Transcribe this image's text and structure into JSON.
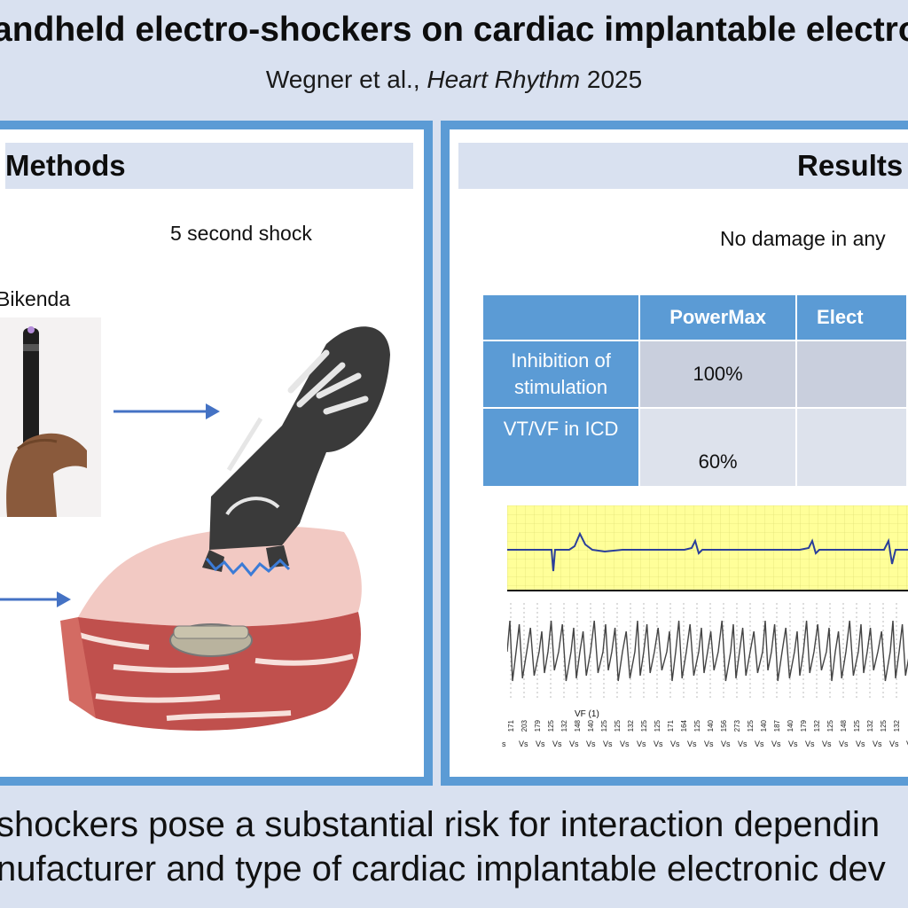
{
  "title": {
    "text": "andheld electro-shockers on cardiac implantable electro",
    "citation_authors": "Wegner et al., ",
    "citation_journal": "Heart Rhythm",
    "citation_year": " 2025"
  },
  "methods": {
    "header": "Methods",
    "shock_label": "5 second shock",
    "device_label": "Bikenda"
  },
  "results": {
    "header": "Results",
    "statement": "No damage in any",
    "table": {
      "columns": [
        "",
        "PowerMax",
        "Elect"
      ],
      "rows": [
        {
          "label_line1": "Inhibition of",
          "label_line2": "stimulation",
          "values": [
            "100%",
            ""
          ]
        },
        {
          "label_line1": "VT/VF in ICD",
          "label_line2": "",
          "values": [
            "60%",
            ""
          ]
        }
      ]
    },
    "ecg": {
      "marker_label": "VF (1)",
      "interval_labels": [
        "171",
        "203",
        "179",
        "125",
        "132",
        "148",
        "140",
        "125",
        "125",
        "132",
        "125",
        "125",
        "171",
        "164",
        "125",
        "140",
        "156",
        "273",
        "125",
        "140",
        "187",
        "140",
        "179",
        "132",
        "125",
        "148",
        "125",
        "132",
        "125",
        "132"
      ],
      "vs_labels": [
        "s",
        "Vs",
        "Vs",
        "Vs",
        "Vs",
        "Vs",
        "Vs",
        "Vs",
        "Vs",
        "Vs",
        "Vs",
        "Vs",
        "Vs",
        "Vs",
        "Vs",
        "Vs",
        "Vs",
        "Vs",
        "Vs",
        "Vs",
        "Vs",
        "Vs",
        "Vs",
        "Vs",
        "Vs"
      ]
    }
  },
  "conclusion": {
    "line1": "shockers pose a substantial risk for interaction dependin",
    "line2": "nufacturer and type of cardiac implantable electronic dev"
  },
  "colors": {
    "panel_border": "#5b9bd5",
    "header_background": "#d9e1f0",
    "table_header": "#5b9bd5",
    "arrow": "#4472c4",
    "ecg_grid": "#ffff99",
    "meat": "#c0504d",
    "device": "#3a3a3a"
  }
}
